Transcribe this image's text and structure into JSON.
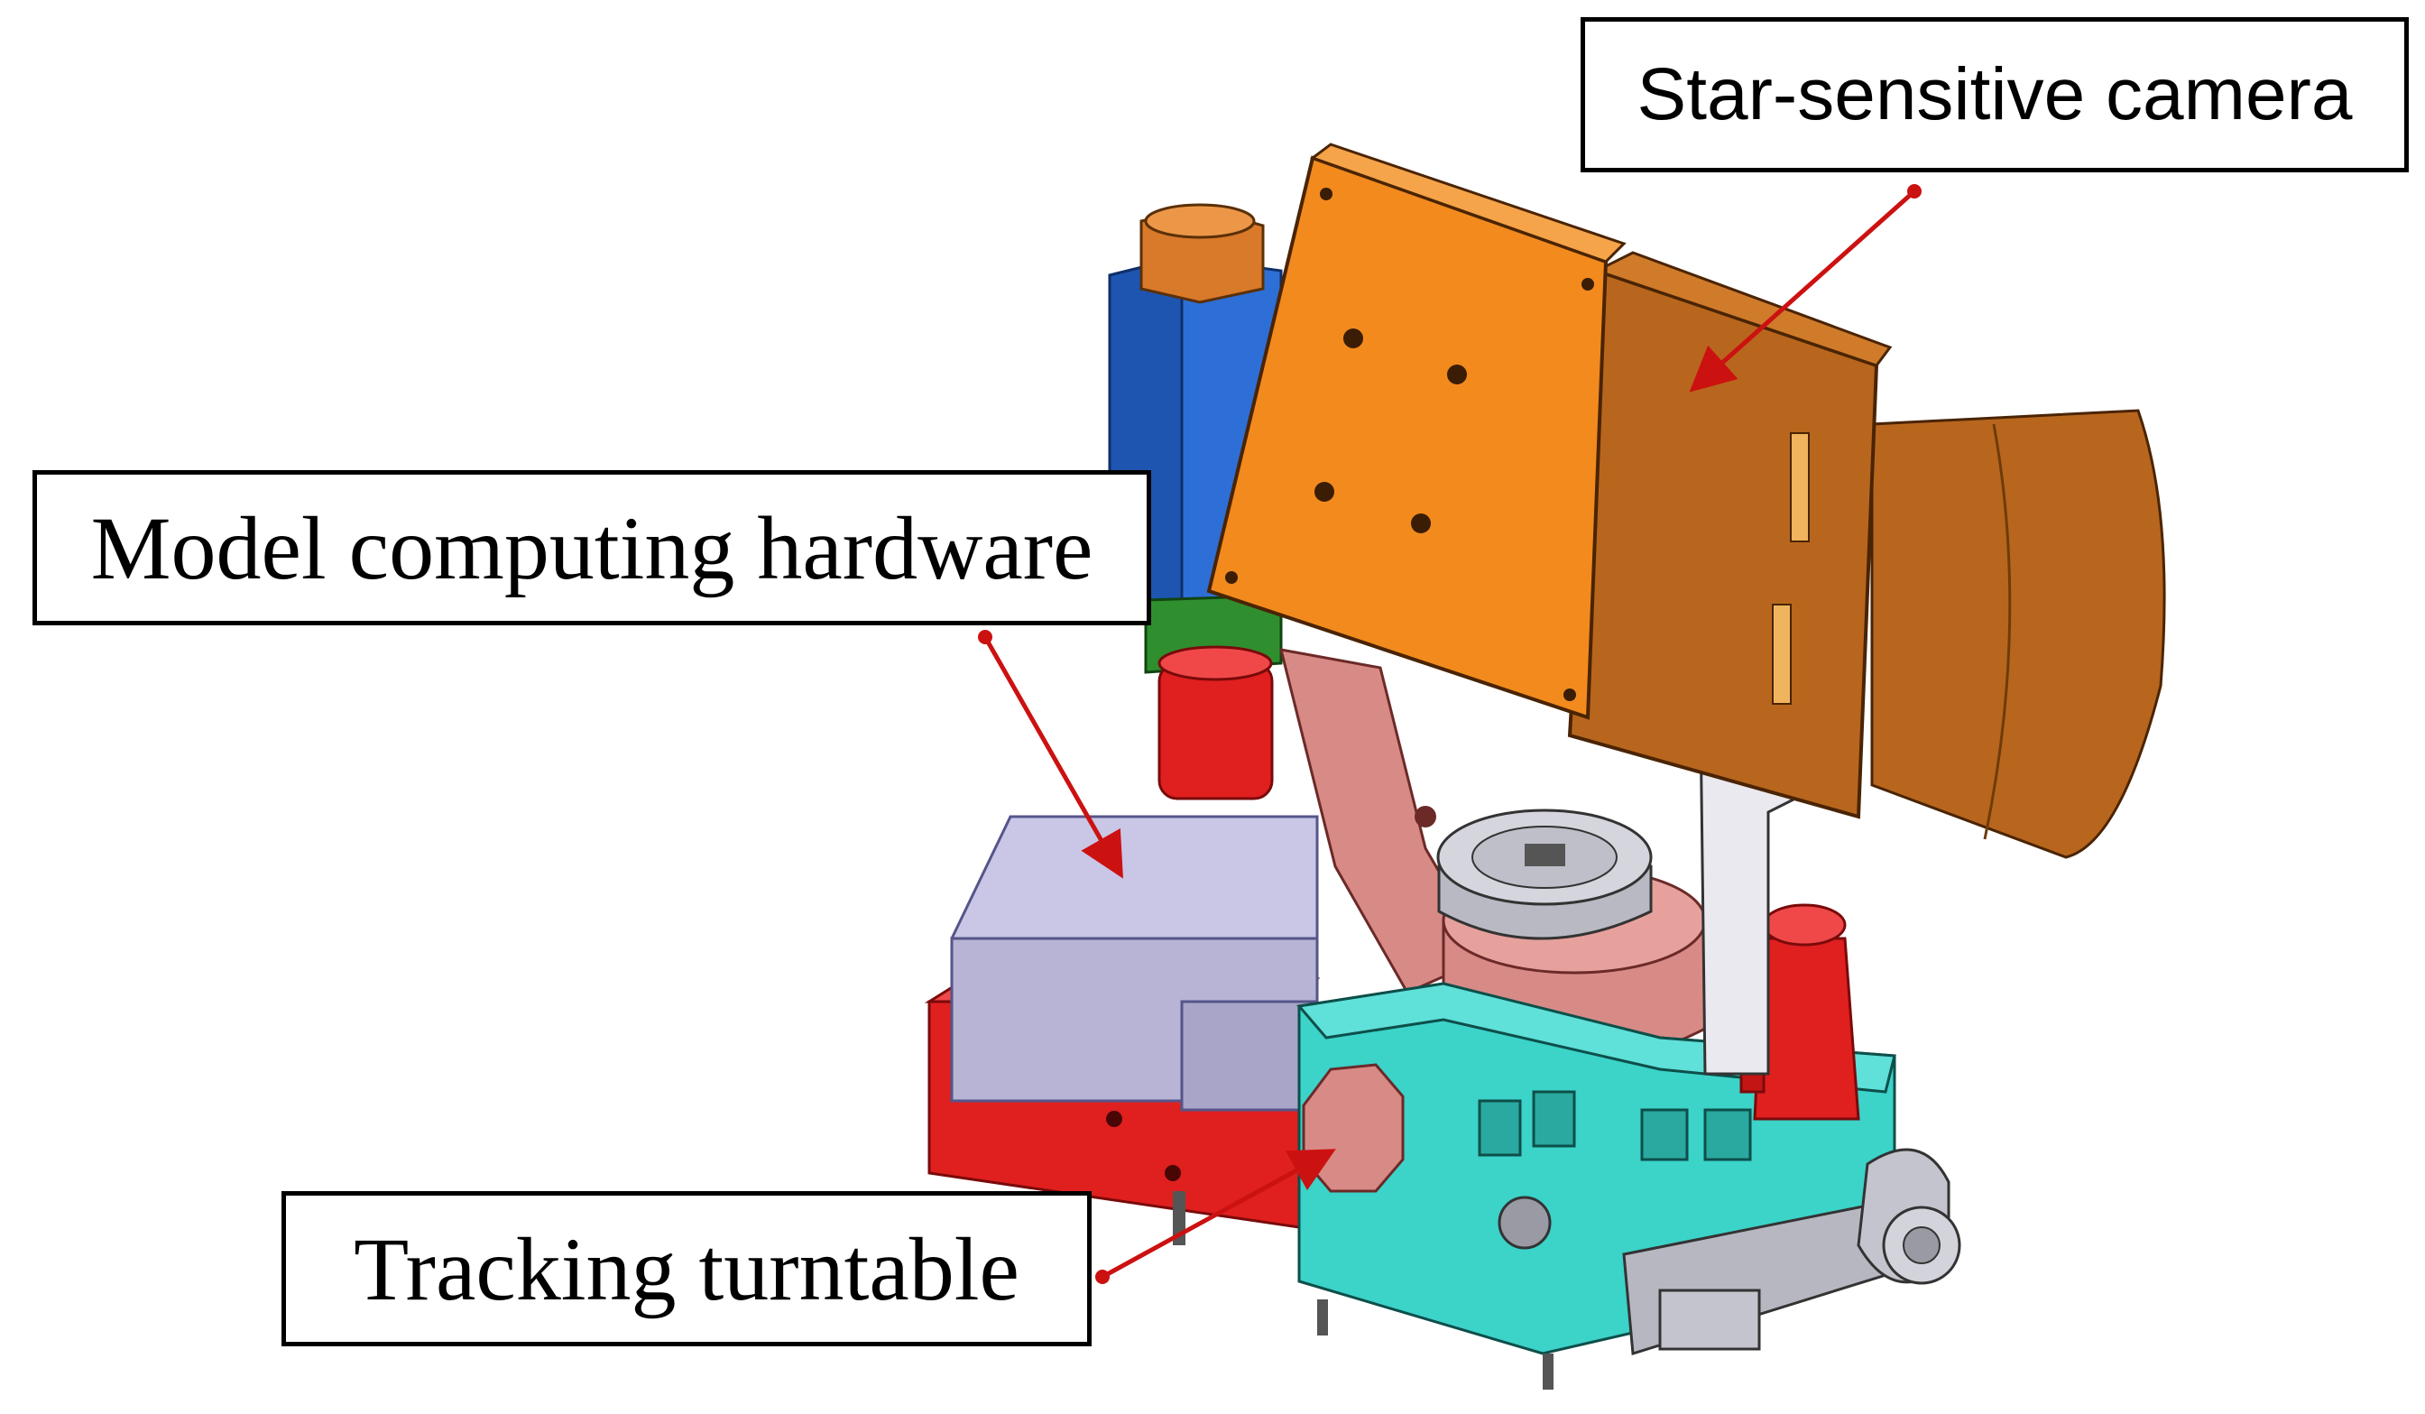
{
  "labels": {
    "star_camera": "Star-sensitive camera",
    "model_hardware": "Model computing hardware",
    "tracking_turntable": "Tracking turntable"
  },
  "colors": {
    "camera_orange": "#f28a1e",
    "camera_brown": "#b8661d",
    "mount_pink": "#d88a86",
    "turntable_cyan": "#3cd3c9",
    "hardware_lavender": "#c9c6e6",
    "base_red": "#e01f1f",
    "motor_blue": "#2d6fd6",
    "leader_red": "#cc1111"
  }
}
